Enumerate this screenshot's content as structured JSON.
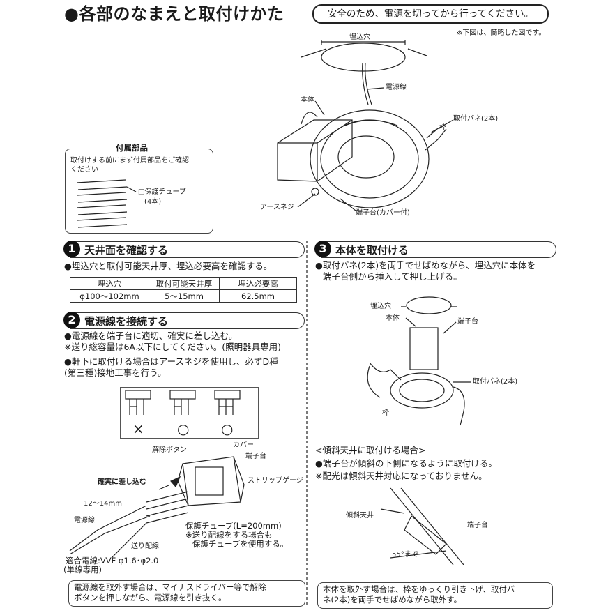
{
  "header": {
    "title": "●各部のなまえと取付けかた",
    "safety_note": "安全のため、電源を切ってから行ってください。",
    "simplified_note": "※下図は、簡略した図です。"
  },
  "main_figure": {
    "hole_label": "埋込穴",
    "power_cord": "電源線",
    "body": "本体",
    "spring": "取付バネ(2本)",
    "frame": "枠",
    "earth_screw": "アースネジ",
    "terminal_block": "端子台(カバー付)"
  },
  "accessory": {
    "title": "付属部品",
    "desc_line1": "取付けする前にまず付属部品をご確認",
    "desc_line2": "ください",
    "tube": "□保護チューブ",
    "tube_count": "(4本)"
  },
  "step1": {
    "num": "1",
    "title": "天井面を確認する",
    "desc": "●埋込穴と取付可能天井厚、埋込必要高を確認する。",
    "headers": [
      "埋込穴",
      "取付可能天井厚",
      "埋込必要高"
    ],
    "values": [
      "φ100〜102mm",
      "5〜15mm",
      "62.5mm"
    ]
  },
  "step2": {
    "num": "2",
    "title": "電源線を接続する",
    "line1": "●電源線を端子台に適切、確実に差し込む。",
    "line2": "※送り総容量は6A以下にしてください。(照明器具専用)",
    "line3": "●軒下に取付ける場合はアースネジを使用し、必ずD種",
    "line4": "(第三種)接地工事を行う。",
    "marks": [
      "×",
      "○",
      "○"
    ],
    "release_button": "解除ボタン",
    "cover": "カバー",
    "terminal": "端子台",
    "strip_gauge": "ストリップゲージ",
    "insert": "確実に差し込む",
    "strip_length": "12〜14mm",
    "power_cord": "電源線",
    "feed_wire": "送り配線",
    "tube": "保護チューブ(L=200mm)",
    "tube_note1": "※送り配線をする場合も",
    "tube_note2": "保護チューブを使用する。",
    "wire_spec": "適合電線:VVF φ1.6･φ2.0",
    "wire_spec2": "(単線専用)",
    "removal1": "電源線を取外す場合は、マイナスドライバー等で解除",
    "removal2": "ボタンを押しながら、電源線を引き抜く。"
  },
  "step3": {
    "num": "3",
    "title": "本体を取付ける",
    "line1": "●取付バネ(2本)を両手でせばめながら、埋込穴に本体を",
    "line2": "端子台側から挿入して押し上げる。",
    "hole": "埋込穴",
    "body": "本体",
    "terminal": "端子台",
    "spring": "取付バネ(2本)",
    "frame": "枠",
    "slope_title": "<傾斜天井に取付ける場合>",
    "slope1": "●端子台が傾斜の下側になるように取付ける。",
    "slope2": "※配光は傾斜天井対応になっておりません。",
    "slope_ceiling": "傾斜天井",
    "slope_terminal": "端子台",
    "angle": "55°まで",
    "removal1": "本体を取外す場合は、枠をゆっくり引き下げ、取付バ",
    "removal2": "ネ(2本)を両手でせばめながら取外す。"
  }
}
